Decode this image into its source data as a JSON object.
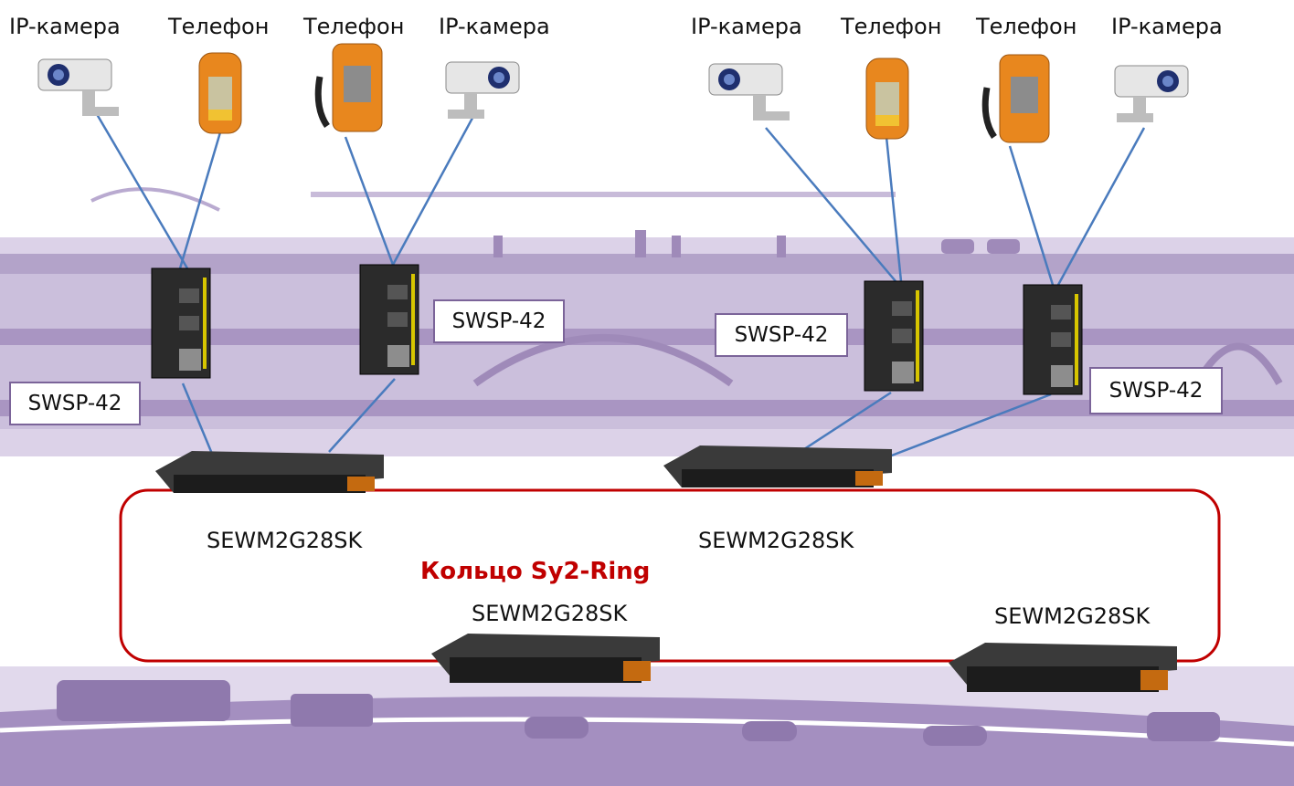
{
  "device_labels": {
    "cam1": "IP-камера",
    "phone1": "Телефон",
    "phone2": "Телефон",
    "cam2": "IP-камера",
    "cam3": "IP-камера",
    "phone3": "Телефон",
    "phone4": "Телефон",
    "cam4": "IP-камера"
  },
  "access_switches": {
    "sw1": "SWSP-42",
    "sw2": "SWSP-42",
    "sw3": "SWSP-42",
    "sw4": "SWSP-42"
  },
  "ring_switches": {
    "core1": "SEWM2G28SK",
    "core2": "SEWM2G28SK",
    "core3": "SEWM2G28SK",
    "core4": "SEWM2G28SK"
  },
  "ring": {
    "title": "Кольцо Sy2-Ring",
    "color": "#c00000"
  },
  "colors": {
    "link": "#4a7bbd",
    "background_tint": "#cbbfdc",
    "box_border": "#7b6499"
  },
  "icons": [
    "ip-camera-icon",
    "phone-icon",
    "industrial-switch-icon",
    "rack-switch-icon"
  ]
}
